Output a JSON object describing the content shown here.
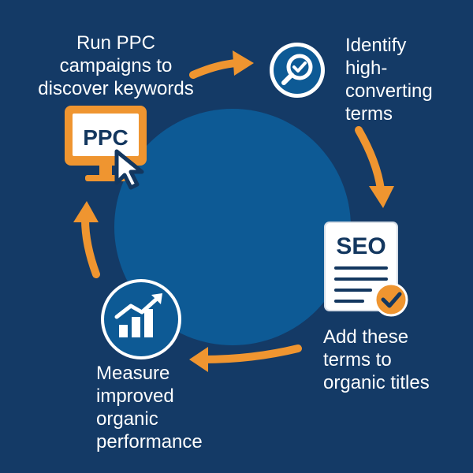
{
  "steps": [
    {
      "label": "Run PPC\ncampaigns to\ndiscover keywords",
      "icon": "monitor-cursor-icon",
      "badge": "PPC"
    },
    {
      "label": "Identify\nhigh-\nconverting\nterms",
      "icon": "magnifier-check-icon"
    },
    {
      "label": "Add these\nterms to\norganic titles",
      "icon": "seo-document-check-icon",
      "badge": "SEO"
    },
    {
      "label": "Measure\nimproved\norganic\nperformance",
      "icon": "growth-chart-icon"
    }
  ],
  "colors": {
    "background": "#143a66",
    "center": "#0d5a95",
    "accent": "#ef9530",
    "dark": "#13375f",
    "white": "#ffffff"
  }
}
